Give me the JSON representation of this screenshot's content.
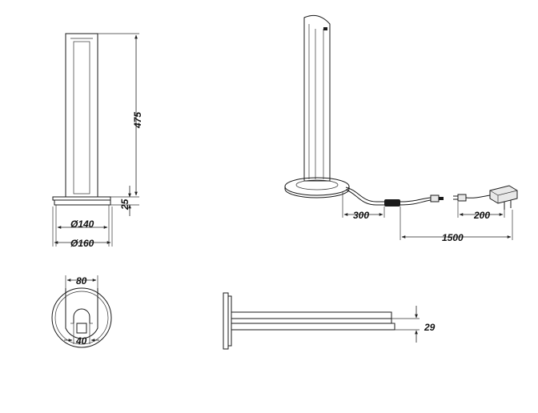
{
  "dimensions": {
    "height": "475",
    "base_height": "25",
    "base_inner_diameter": "Ø140",
    "base_outer_diameter": "Ø160",
    "top_width": "80",
    "top_slot": "40",
    "wall_depth": "29",
    "cable_switch": "300",
    "cable_plug": "200",
    "cable_total": "1500"
  }
}
